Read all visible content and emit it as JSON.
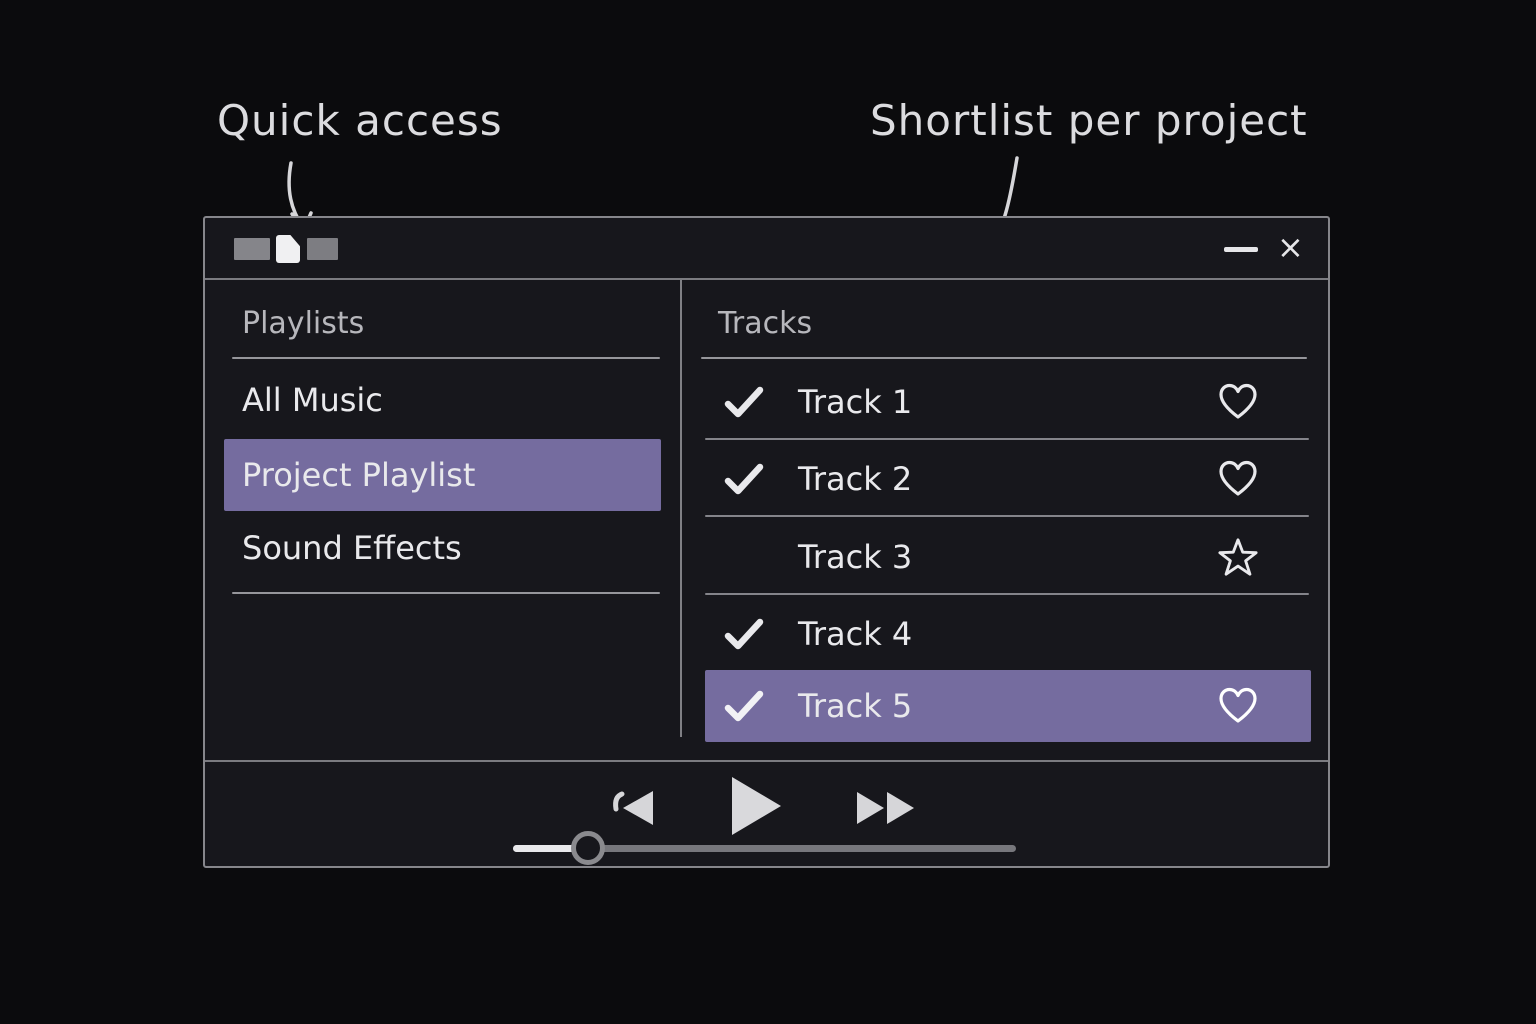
{
  "annotations": {
    "quick_access": "Quick access",
    "shortlist": "Shortlist per project"
  },
  "window": {
    "titlebar": {
      "icons": [
        "square-icon",
        "document-icon",
        "square-icon"
      ],
      "minimize_icon": "minimize",
      "close_label": "×"
    }
  },
  "sidebar": {
    "header": "Playlists",
    "items": [
      {
        "label": "All Music",
        "selected": false
      },
      {
        "label": "Project Playlist",
        "selected": true
      },
      {
        "label": "Sound Effects",
        "selected": false
      }
    ]
  },
  "tracks": {
    "header": "Tracks",
    "rows": [
      {
        "label": "Track 1",
        "checked": true,
        "fav_icon": "heart",
        "selected": false
      },
      {
        "label": "Track 2",
        "checked": true,
        "fav_icon": "heart",
        "selected": false
      },
      {
        "label": "Track 3",
        "checked": false,
        "fav_icon": "star",
        "selected": false
      },
      {
        "label": "Track 4",
        "checked": true,
        "fav_icon": "",
        "selected": false
      },
      {
        "label": "Track 5",
        "checked": true,
        "fav_icon": "heart",
        "selected": true
      }
    ]
  },
  "player": {
    "controls": [
      "rewind",
      "play",
      "fast-forward"
    ],
    "progress_percent": 15
  },
  "colors": {
    "accent": "#756c9f",
    "window_bg": "#17171c",
    "canvas_bg": "#0b0b0d",
    "border": "#86868b",
    "text": "#e9e9ec",
    "muted_text": "#b7b7bc"
  }
}
